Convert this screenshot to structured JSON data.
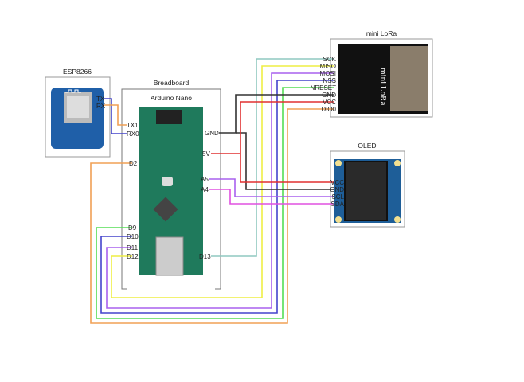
{
  "esp8266": {
    "title": "ESP8266",
    "pins": {
      "tx": "TX",
      "rx": "RX"
    }
  },
  "breadboard": {
    "title": "Breadboard"
  },
  "nano": {
    "title": "Arduino Nano",
    "pins": {
      "tx1": "TX1",
      "rx0": "RX0",
      "gnd": "GND",
      "v5": "5V",
      "d2": "D2",
      "a5": "A5",
      "a4": "A4",
      "d9": "D9",
      "d10": "D10",
      "d11": "D11",
      "d12": "D12",
      "d13": "D13"
    }
  },
  "lora": {
    "title": "mini LoRa",
    "silkscreen": "mini LoRa",
    "pins": {
      "sck": "SCK",
      "miso": "MISO",
      "mosi": "MOSI",
      "nss": "NSS",
      "nreset": "NRESET",
      "gnd": "GND",
      "vcc": "VCC",
      "dio0": "DIO0"
    }
  },
  "oled": {
    "title": "OLED",
    "pins": {
      "vcc": "VCC",
      "gnd": "GND",
      "scl": "SCL",
      "sda": "SDA"
    }
  },
  "wire_colors": {
    "sck": "#8fc8c0",
    "miso": "#eeee44",
    "mosi": "#a860ee",
    "nss": "#4444cc",
    "nreset": "#55dd55",
    "dio0": "#f0a055",
    "gnd": "#333333",
    "vcc": "#e03030",
    "scl": "#a860ee",
    "sda": "#e050e0",
    "tx": "#4444cc",
    "rx": "#f0a055"
  }
}
